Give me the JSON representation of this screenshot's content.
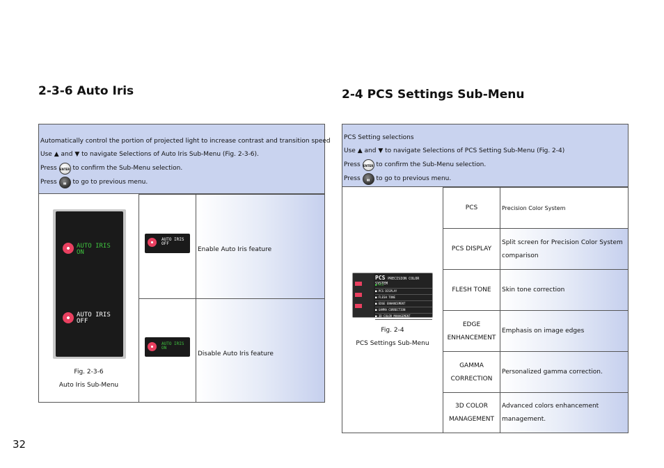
{
  "left": {
    "heading": "2-3-6 Auto Iris",
    "description": "Automatically control the portion of projected light to increase contrast and transition speed",
    "use_prefix": "Use",
    "up_arrow": "▲",
    "and_word": "and",
    "down_arrow": "▼",
    "use_suffix": "to navigate Selections of Auto Iris Sub-Menu (Fig. 2-3-6).",
    "press_word": "Press",
    "enter_key": "ENTER",
    "confirm_text": "to confirm the Sub-Menu selection.",
    "back_text": "to go to previous menu.",
    "osd": {
      "auto_iris": "AUTO IRIS",
      "on": "ON",
      "off": "OFF"
    },
    "fig_label": "Fig. 2-3-6",
    "fig_caption": "Auto Iris Sub-Menu",
    "rows": [
      {
        "osd_title": "AUTO IRIS",
        "osd_value": "OFF",
        "desc": "Enable Auto Iris feature"
      },
      {
        "osd_title": "AUTO IRIS",
        "osd_value": "ON",
        "desc": "Disable Auto Iris feature"
      }
    ]
  },
  "right": {
    "heading": "2-4 PCS Settings Sub-Menu",
    "intro": "PCS Setting selections",
    "use_prefix": "Use",
    "up_arrow": "▲",
    "and_word": "and",
    "down_arrow": "▼",
    "use_suffix": "to navigate Selections of PCS Setting Sub-Menu (Fig. 2-4)",
    "press_word": "Press",
    "enter_key": "ENTER",
    "confirm_text": "to confirm the Sub-Menu selection.",
    "back_text": "to go to previous menu.",
    "osd": {
      "logo": "PCS",
      "title": "PRECISION COLOR SYSTEM",
      "items": [
        "PCS",
        "PCS DISPLAY",
        "FLESH TONE",
        "EDGE ENHANCEMENT",
        "GAMMA CORRECTION",
        "3D COLOR MANAGEMENT"
      ]
    },
    "fig_label": "Fig. 2-4",
    "fig_caption": "PCS Settings Sub-Menu",
    "rows": [
      {
        "name": [
          "PCS"
        ],
        "desc": [
          "Precision Color System"
        ]
      },
      {
        "name": [
          "PCS DISPLAY"
        ],
        "desc": [
          "Split screen for Precision Color System",
          "comparison"
        ]
      },
      {
        "name": [
          "FLESH TONE"
        ],
        "desc": [
          "Skin tone correction"
        ]
      },
      {
        "name": [
          "EDGE",
          "ENHANCEMENT"
        ],
        "desc": [
          "Emphasis on image edges"
        ]
      },
      {
        "name": [
          "GAMMA",
          "CORRECTION"
        ],
        "desc": [
          "Personalized gamma correction."
        ]
      },
      {
        "name": [
          "3D COLOR",
          "MANAGEMENT"
        ],
        "desc": [
          "Advanced colors enhancement",
          "management."
        ]
      }
    ]
  },
  "page_number": "32",
  "colors": {
    "panel_blue": "#c9d3ef",
    "osd_green": "#3fc43f",
    "iris_red": "#e94060",
    "border": "#555555"
  }
}
